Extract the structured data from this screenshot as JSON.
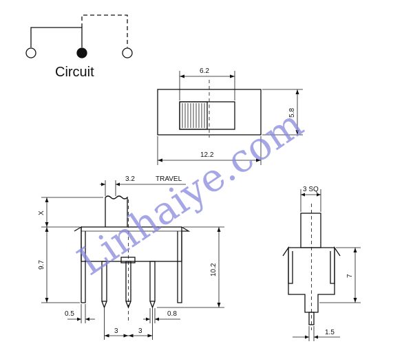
{
  "circuit": {
    "label": "Circuit"
  },
  "top_view": {
    "dim_width_slot": "6.2",
    "dim_height": "5.8",
    "dim_length": "12.2"
  },
  "side_view": {
    "dim_travel": "3.2",
    "travel_label": "TRAVEL",
    "dim_x": "X",
    "dim_left_height": "9.7",
    "dim_right_height": "10.2",
    "dim_pin_width": "0.5",
    "dim_pin_pitch_1": "3",
    "dim_pin_pitch_2": "3",
    "dim_pin_gap": "0.8"
  },
  "end_view": {
    "dim_actuator": "3 SQ",
    "dim_height": "7",
    "dim_pin": "1.5"
  },
  "watermark": {
    "text": "Linhaiye.com"
  },
  "colors": {
    "line": "#111111",
    "watermark": "#8888dd"
  }
}
